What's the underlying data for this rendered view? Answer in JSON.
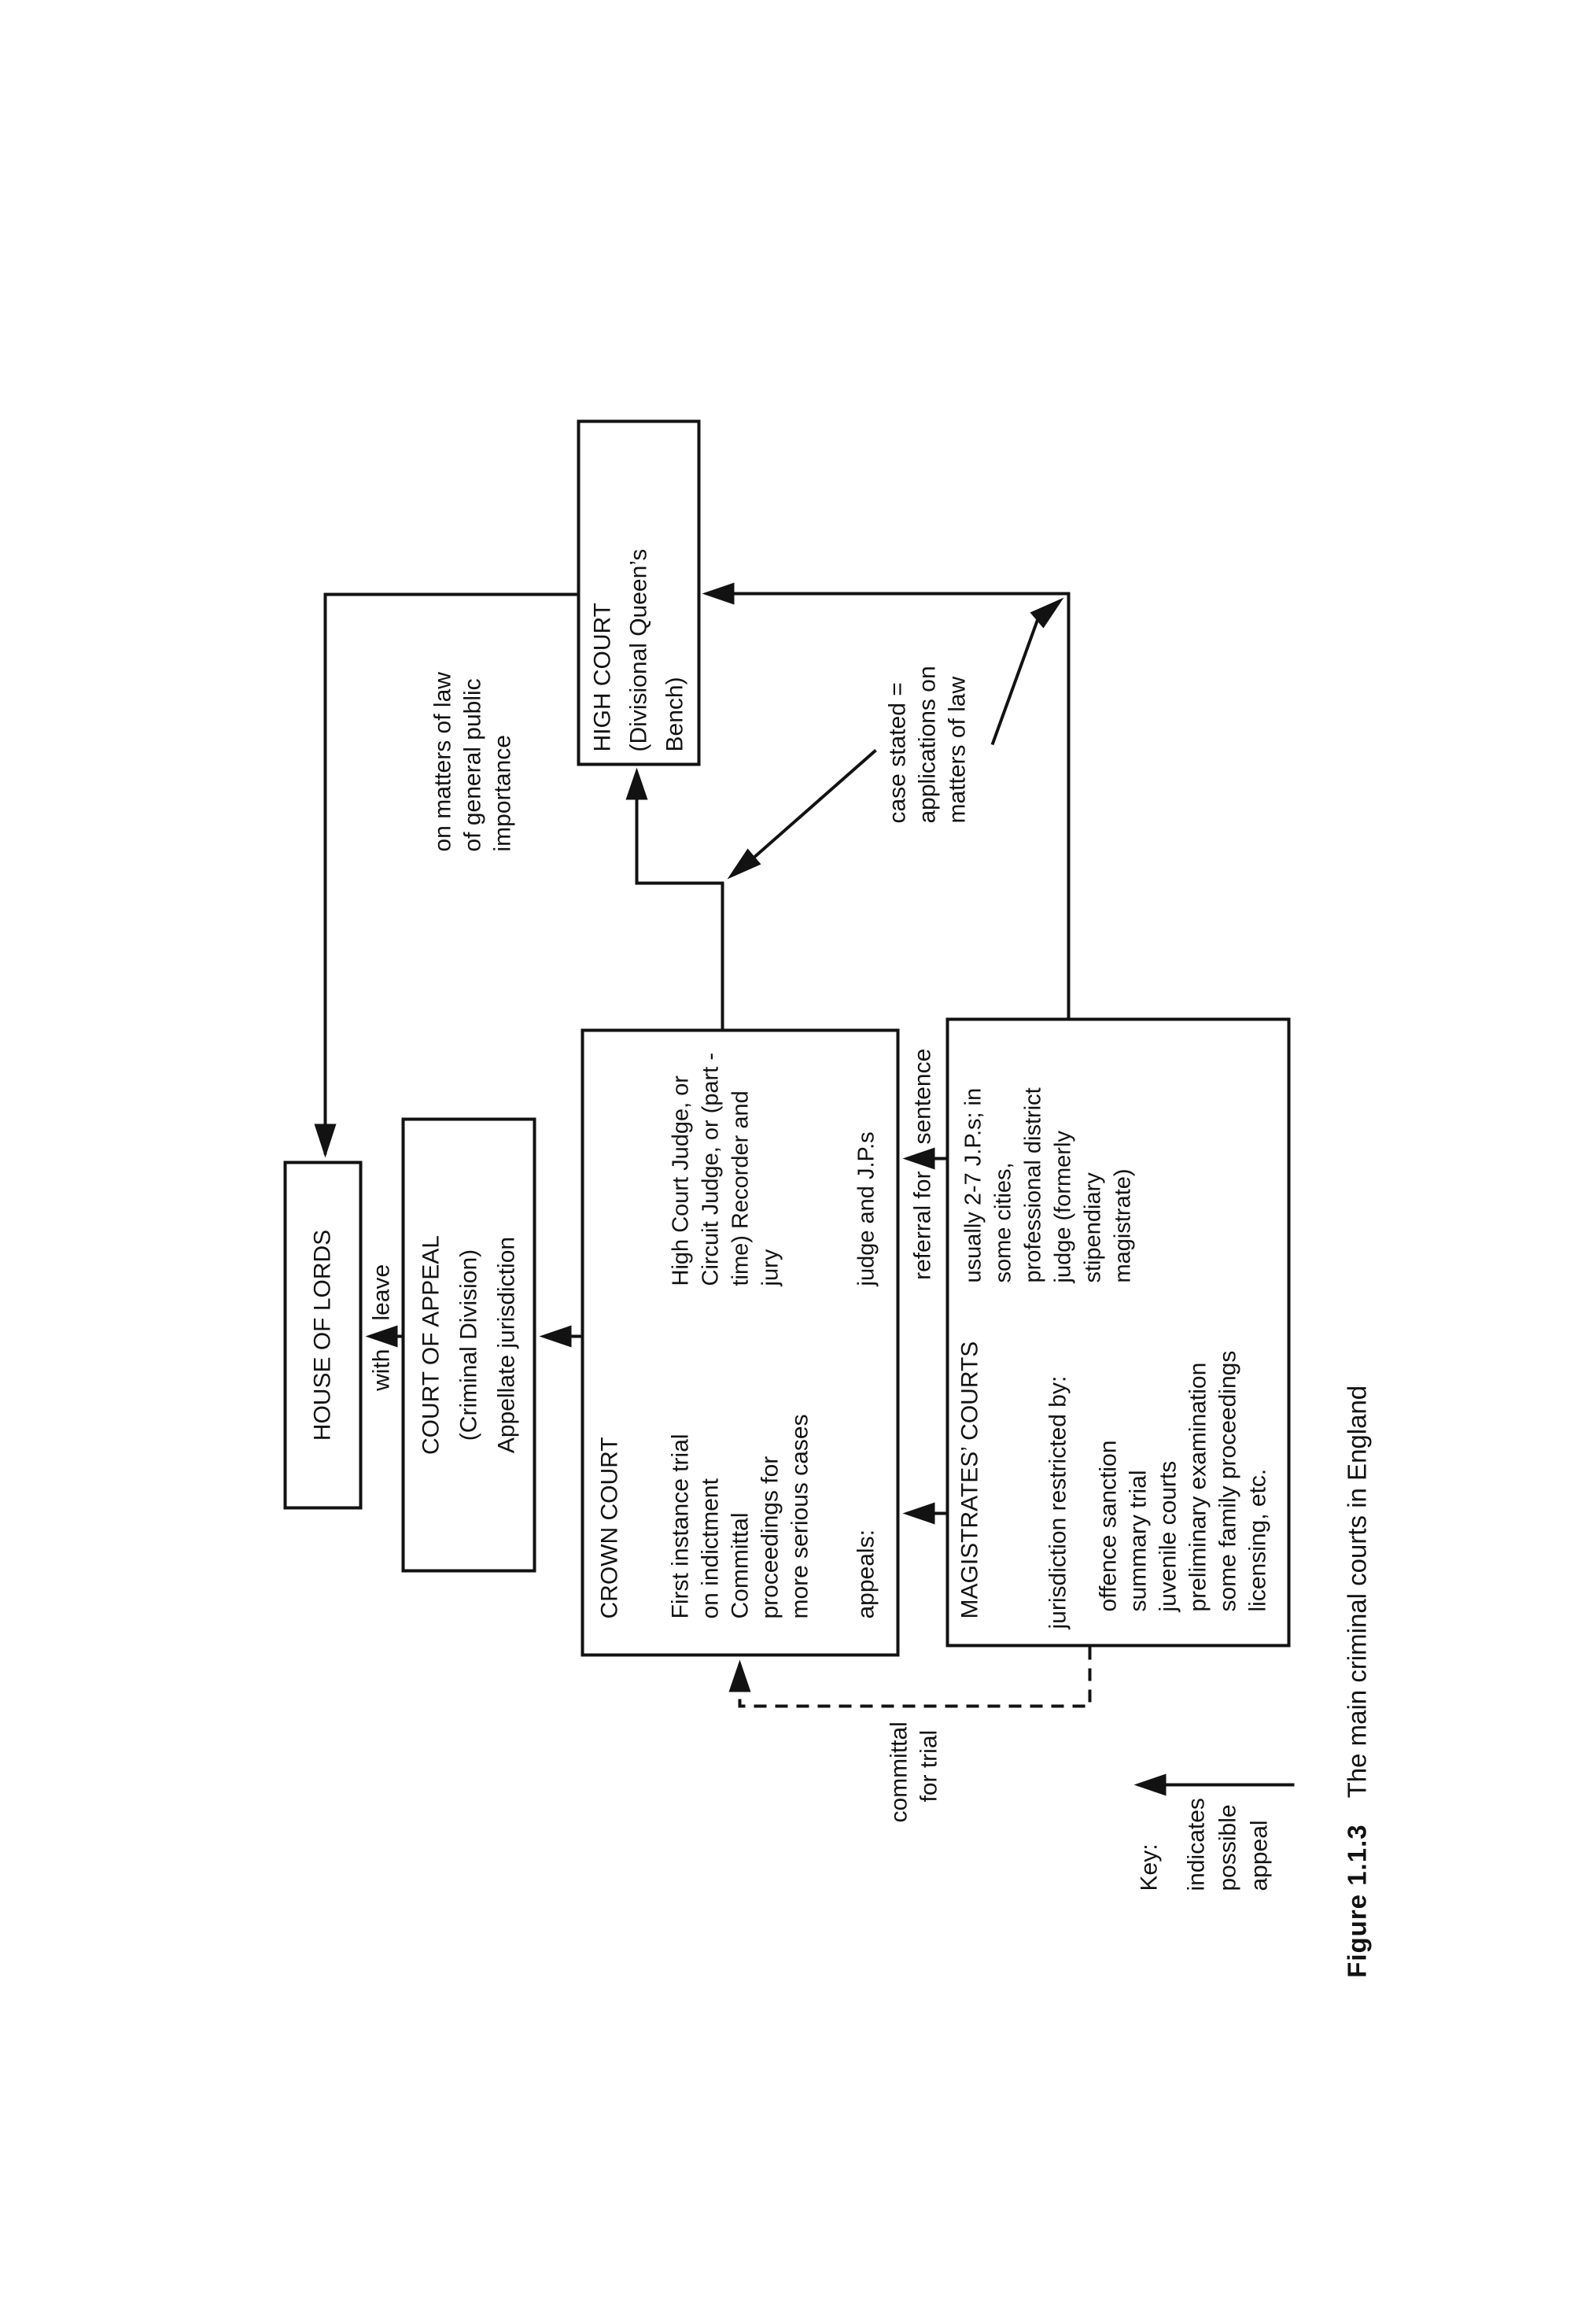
{
  "page": {
    "background": "#ffffff",
    "ink": "#121212"
  },
  "figure": {
    "label": "Figure 1.1.3",
    "caption": "The main criminal courts in England"
  },
  "boxes": {
    "house_of_lords": {
      "title": "HOUSE OF LORDS"
    },
    "court_of_appeal": {
      "lines": [
        "COURT OF APPEAL",
        "(Criminal Division)",
        "Appellate jurisdiction"
      ]
    },
    "high_court": {
      "lines": [
        "HIGH COURT",
        "(Divisional Queen’s",
        "Bench)"
      ]
    },
    "crown_court": {
      "title": "CROWN COURT",
      "left_lines": [
        "First instance trial",
        "on indictment",
        "Committal",
        "proceedings for",
        "more serious cases"
      ],
      "appeals_label": "appeals:",
      "right_lines": [
        "High Court Judge, or",
        "Circuit Judge, or (part -",
        "time) Recorder and",
        "jury"
      ],
      "appeals_bench": "judge and J.P.s"
    },
    "magistrates_courts": {
      "title": "MAGISTRATES’ COURTS",
      "left_intro": "jurisdiction restricted by:",
      "left_items": [
        "offence sanction",
        "summary trial",
        "juvenile courts",
        "preliminary examination",
        "some family proceedings",
        "licensing, etc."
      ],
      "right_lines": [
        "usually 2-7 J.P.s; in",
        "some cities,",
        "professional district",
        "judge (formerly",
        "stipendiary",
        "magistrate)"
      ]
    }
  },
  "edge_labels": {
    "with": "with",
    "leave": "leave",
    "hol_appeal": [
      "on matters of law",
      "of general public",
      "importance"
    ],
    "case_stated": [
      "case stated =",
      "applications on",
      "matters of law"
    ],
    "referral": "referral for",
    "sentence": "sentence",
    "committal": [
      "committal",
      "for trial"
    ],
    "key_title": "Key:",
    "key_lines": [
      "indicates",
      "possible",
      "appeal"
    ]
  }
}
